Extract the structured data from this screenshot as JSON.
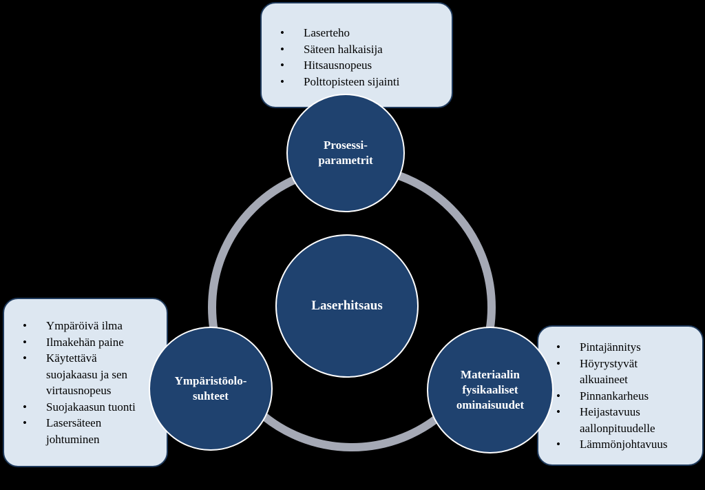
{
  "center": {
    "label": "Laserhitsaus"
  },
  "top": {
    "label": "Prosessi-\nparametrit",
    "items": [
      "Laserteho",
      "Säteen halkaisija",
      "Hitsausnopeus",
      "Polttopisteen sijainti"
    ]
  },
  "left": {
    "label": "Ympäristöolo-\nsuhteet",
    "items": [
      "Ympäröivä ilma",
      "Ilmakehän paine",
      "Käytettävä\nsuojakaasu ja sen\nvirtausnopeus",
      "Suojakaasun tuonti",
      "Lasersäteen\njohtuminen"
    ]
  },
  "right": {
    "label": "Materiaalin\nfysikaaliset\nominaisuudet",
    "items": [
      "Pintajännitys",
      "Höyrystyvät\nalkuaineet",
      "Pinnankarheus",
      "Heijastavuus\naallonpituudelle",
      "Lämmönjohtavuus"
    ]
  },
  "colors": {
    "circle_fill": "#1f426f",
    "box_fill": "#dde7f1",
    "ring": "#a5a9b5",
    "background": "#000000"
  }
}
